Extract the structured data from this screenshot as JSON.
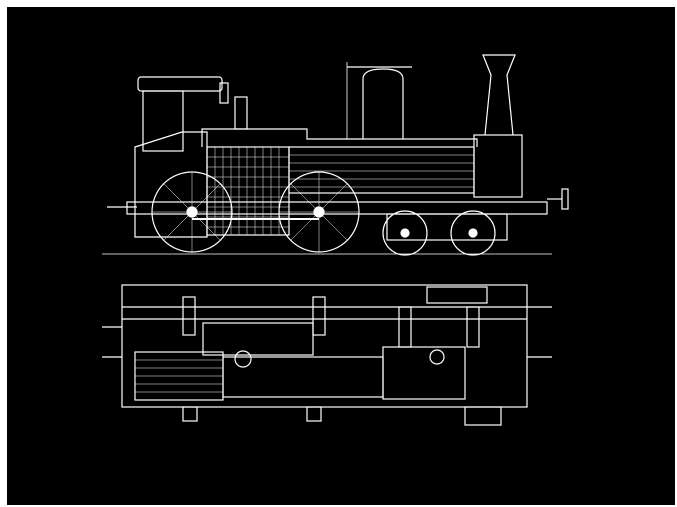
{
  "image": {
    "subject": "locomotive-blueprint-drawing",
    "views": [
      "side-elevation",
      "plan-view"
    ],
    "colors": {
      "background": "#000000",
      "line": "#ffffff",
      "border": "#ffffff"
    }
  }
}
